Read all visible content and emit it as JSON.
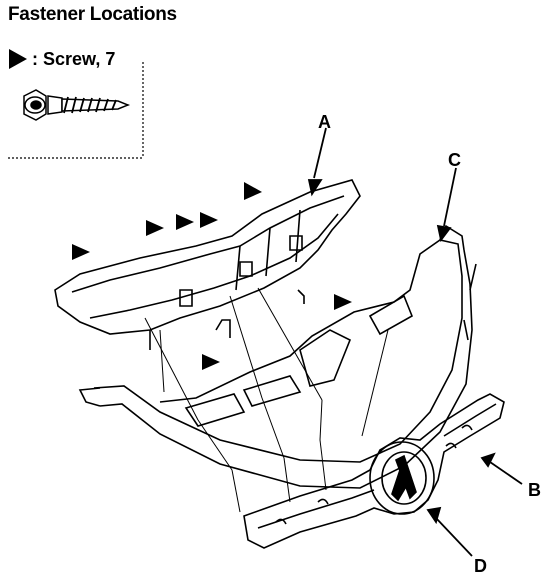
{
  "title": "Fastener Locations",
  "legend": {
    "separator": ":",
    "text": "Screw, 7",
    "icon": "arrowhead-icon"
  },
  "callouts": {
    "a": "A",
    "b": "B",
    "c": "C",
    "d": "D"
  }
}
